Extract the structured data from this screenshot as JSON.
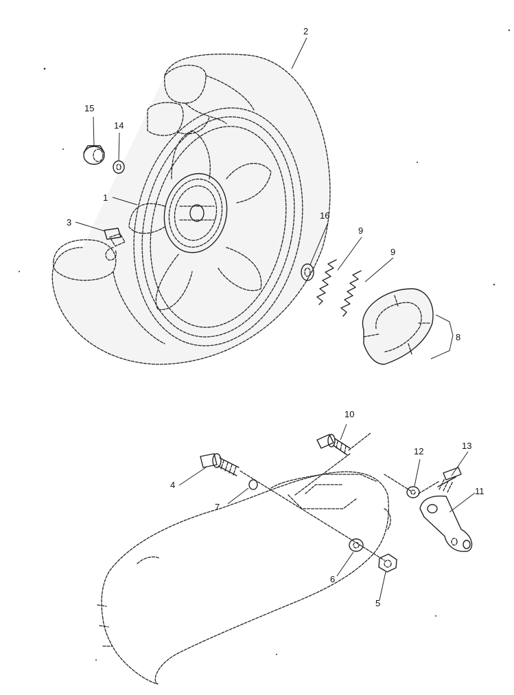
{
  "diagram": {
    "callouts": {
      "c1": "1",
      "c2": "2",
      "c3": "3",
      "c4": "4",
      "c5": "5",
      "c6": "6",
      "c7": "7",
      "c8": "8",
      "c9a": "9",
      "c9b": "9",
      "c10": "10",
      "c11": "11",
      "c12": "12",
      "c13": "13",
      "c14": "14",
      "c15": "15",
      "c16": "16"
    }
  }
}
